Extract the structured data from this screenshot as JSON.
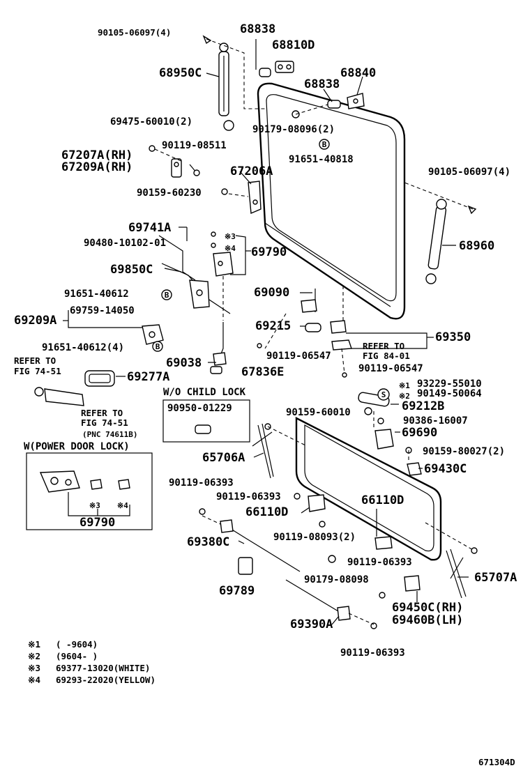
{
  "labels": {
    "p90105_06097_top": "90105-06097(4)",
    "p68838_a": "68838",
    "p68810D": "68810D",
    "p68950C": "68950C",
    "p68840": "68840",
    "p68838_b": "68838",
    "p69475": "69475-60010(2)",
    "p90179_08096": "90179-08096(2)",
    "p90119_08511": "90119-08511",
    "p91651_40818": "91651-40818",
    "p67207A": "67207A(RH)",
    "p67209A": "67209A(RH)",
    "p67206A": "67206A",
    "p90105_06097_right": "90105-06097(4)",
    "p90159_60230": "90159-60230",
    "p68960": "68960",
    "p69741A": "69741A",
    "p90480": "90480-10102-01",
    "p69790_top": "69790",
    "p69850C": "69850C",
    "p69090": "69090",
    "p91651_40612": "91651-40612",
    "p69759": "69759-14050",
    "p69209A": "69209A",
    "p69215": "69215",
    "p69350": "69350",
    "p91651_40612_4": "91651-40612(4)",
    "p90119_06547_a": "90119-06547",
    "p90119_06547_b": "90119-06547",
    "p69038": "69038",
    "p67836E": "67836E",
    "p69277A": "69277A",
    "p93229": "93229-55010",
    "p90149": "90149-50064",
    "p69212B": "69212B",
    "p90159_60010": "90159-60010",
    "p90386": "90386-16007",
    "p69690": "69690",
    "p90159_80027": "90159-80027(2)",
    "p65706A": "65706A",
    "p69430C": "69430C",
    "p90119_06393_a": "90119-06393",
    "p90119_06393_b": "90119-06393",
    "p66110D_a": "66110D",
    "p66110D_b": "66110D",
    "p69380C": "69380C",
    "p90119_08093": "90119-08093(2)",
    "p90119_06393_c": "90119-06393",
    "p90179_08098": "90179-08098",
    "p65707A": "65707A",
    "p69789": "69789",
    "p69450C": "69450C(RH)",
    "p69460B": "69460B(LH)",
    "p69390A": "69390A",
    "p90119_06393_d": "90119-06393",
    "p69790_bottom": "69790"
  },
  "refs": {
    "refer_to_74_51_a": [
      "REFER TO",
      "FIG 74-51"
    ],
    "refer_to_74_51_b": [
      "REFER TO",
      "FIG 74-51",
      "(PNC 74611B)"
    ],
    "refer_to_84_01": [
      "REFER TO",
      "FIG 84-01"
    ]
  },
  "boxes": {
    "child_lock_title": "W/O CHILD LOCK",
    "child_lock_part": "90950-01229",
    "power_lock_title": "W(POWER DOOR LOCK)",
    "power_lock_m3": "※3",
    "power_lock_m4": "※4"
  },
  "marks": {
    "m3": "※3",
    "m4": "※4",
    "m1": "※1",
    "m2": "※2",
    "b_symbol": "B",
    "s_symbol": "S"
  },
  "footnotes": [
    {
      "mark": "※1",
      "text": "(       -9604)"
    },
    {
      "mark": "※2",
      "text": "(9604-       )"
    },
    {
      "mark": "※3",
      "text": "69377-13020(WHITE)"
    },
    {
      "mark": "※4",
      "text": "69293-22020(YELLOW)"
    }
  ],
  "figure_id": "671304D"
}
